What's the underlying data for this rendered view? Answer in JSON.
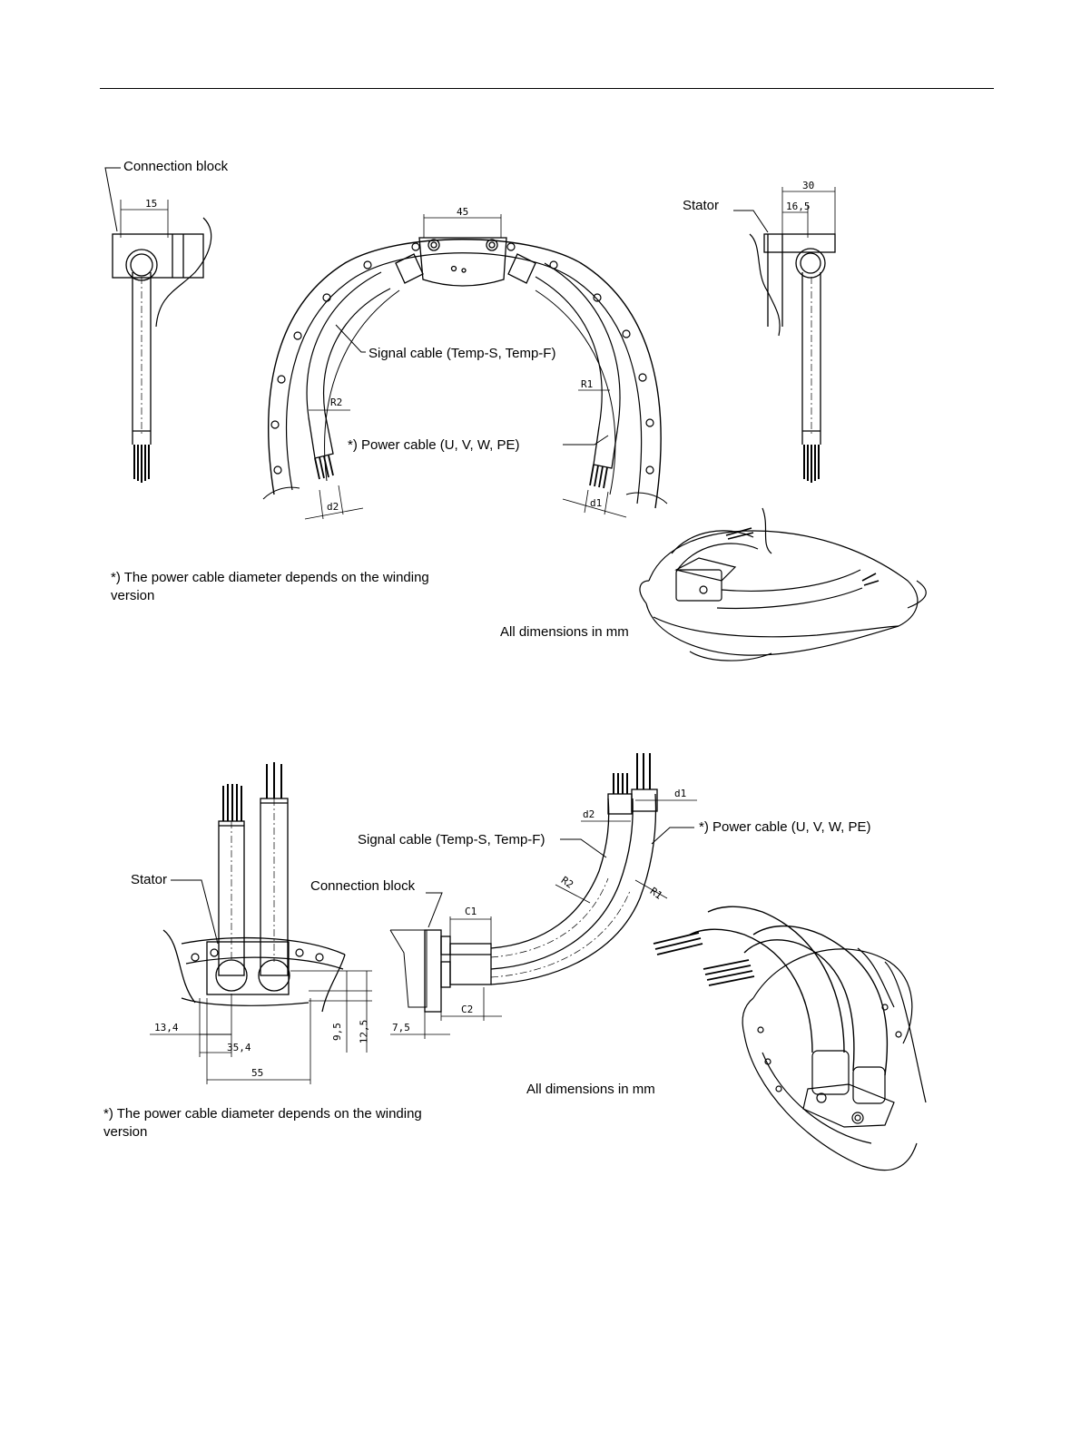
{
  "figure_top": {
    "labels": {
      "connection_block": "Connection block",
      "stator": "Stator",
      "signal_cable": "Signal cable (Temp-S, Temp-F)",
      "power_cable": "*) Power cable (U, V, W, PE)",
      "note": "*) The power cable diameter depends on the winding version",
      "units": "All dimensions in mm"
    },
    "dims": {
      "d15": "15",
      "d45": "45",
      "d30": "30",
      "d16_5": "16,5",
      "r1": "R1",
      "r2": "R2",
      "d1": "d1",
      "d2": "d2"
    }
  },
  "figure_bottom": {
    "labels": {
      "stator": "Stator",
      "connection_block": "Connection block",
      "signal_cable": "Signal cable (Temp-S, Temp-F)",
      "power_cable": "*) Power cable (U, V, W, PE)",
      "note": "*) The power cable diameter depends on the winding version",
      "units": "All dimensions in mm"
    },
    "dims": {
      "d13_4": "13,4",
      "d35_4": "35,4",
      "d55": "55",
      "d9_5": "9,5",
      "d12_5": "12,5",
      "d7_5": "7,5",
      "c1": "C1",
      "c2": "C2",
      "d1": "d1",
      "d2": "d2",
      "r1": "R1",
      "r2": "R2"
    }
  }
}
